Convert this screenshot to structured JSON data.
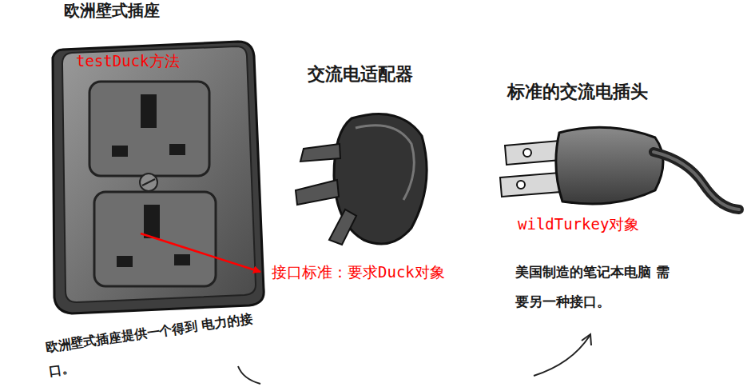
{
  "diagram": {
    "title": "欧洲壁式插座",
    "labels": [
      "testDuck方法",
      "交流电适配器",
      "标准的交流电插头",
      "wildTurkey对象",
      "接口标准：要求Duck对象",
      "美国制造的笔记本电脑 需要另一种接口。",
      "欧洲壁式插座提供一个得到 电力的接口。"
    ]
  }
}
